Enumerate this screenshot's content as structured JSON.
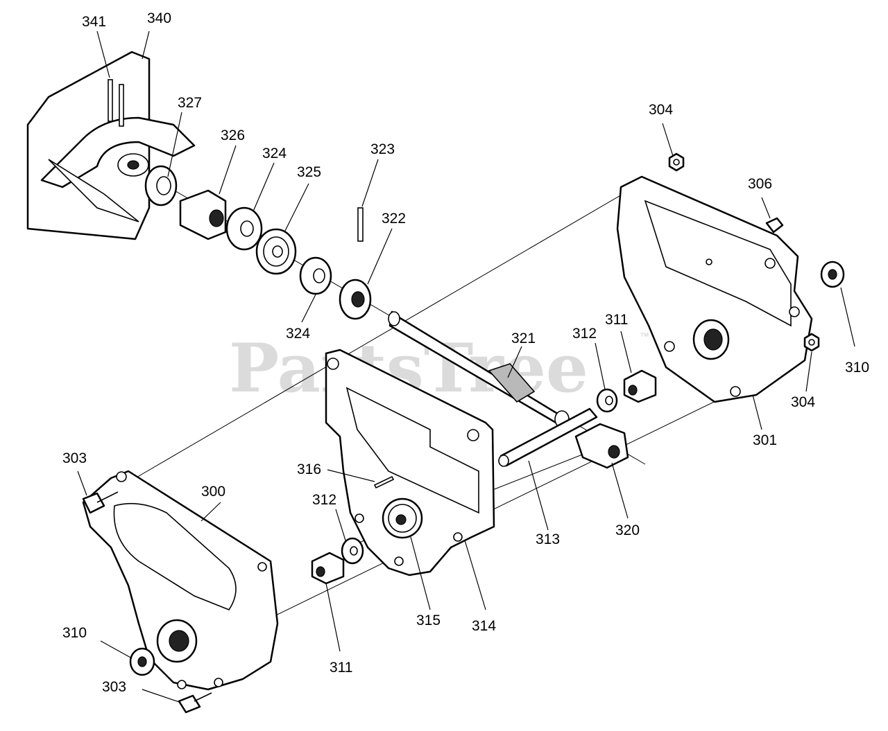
{
  "watermark": {
    "text": "PartsTree",
    "mark": "™"
  },
  "callouts": {
    "c341": "341",
    "c340": "340",
    "c327": "327",
    "c326": "326",
    "c324a": "324",
    "c325": "325",
    "c323": "323",
    "c322": "322",
    "c324b": "324",
    "c321": "321",
    "c304a": "304",
    "c306": "306",
    "c310a": "310",
    "c312a": "312",
    "c311a": "311",
    "c304b": "304",
    "c301": "301",
    "c303a": "303",
    "c300": "300",
    "c316": "316",
    "c312b": "312",
    "c313": "313",
    "c320": "320",
    "c315": "315",
    "c314": "314",
    "c311b": "311",
    "c310b": "310",
    "c303b": "303"
  }
}
